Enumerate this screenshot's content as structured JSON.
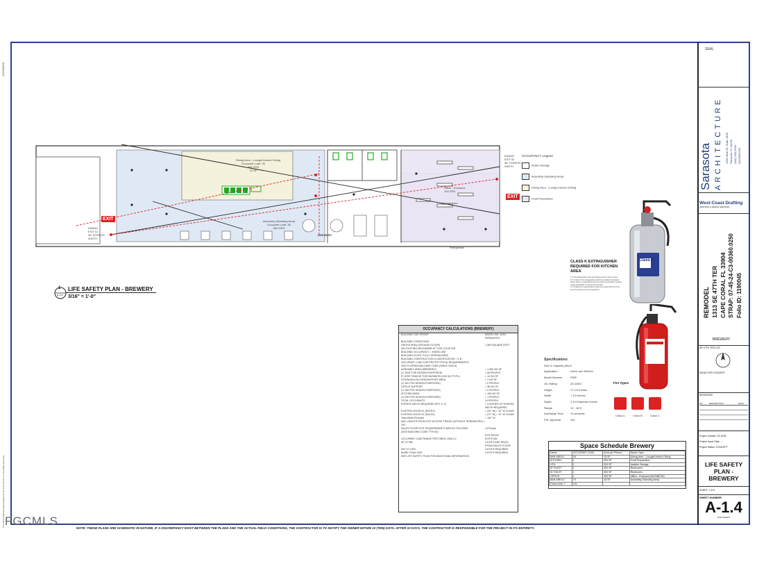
{
  "watermark": "FGCMLS",
  "left_margin_tag": "202304918",
  "left_margin_note": "P:\\Jobs\\Lane\\Brewery\\Remodel\\1313 SE 47th Ter\\LS-1.4 Life Safety Plan.dwg",
  "seal_label": "SEAL",
  "firm": {
    "name": "Sarasota",
    "name2": "ARCHITECTURE",
    "lines": [
      "1350 Main St. Suite 1400",
      "Sarasota, FL 34236",
      "(941) 555-0100",
      "AA26001234"
    ],
    "drafting": "West-Coast Drafting",
    "drafting_sub": "DRAFTING & DESIGN SERVICES"
  },
  "project": {
    "title": "REMODEL",
    "address1": "1313 SE 47TH TER",
    "address2": "CAPE CORAL FL 33904",
    "strap": "STRAP: 07-45-24-C3-00360.0250",
    "folio": "Folio ID: 1190045",
    "client": "BREWERY"
  },
  "key_plan_label": "SE 47TH TER LOC",
  "issue_label": "ISSUE FOR CONCEPT",
  "revisions": {
    "header": "REVISIONS",
    "cols": [
      "NO.",
      "DESCRIPTION",
      "DATE"
    ]
  },
  "project_info": {
    "number": "Project number:  22-2034",
    "issue_date": "Project Issue Date:  --",
    "status": "Project Status:  CONCEPT"
  },
  "sheet_title": "LIFE SAFETY PLAN - BREWERY",
  "sheet_count": "SHEET:  1   of   8",
  "sheet_number_label": "SHEET NUMBER",
  "sheet_number": "A-1.4",
  "sheet_number_sub": "LIFE SAFETY",
  "plan": {
    "title": "LIFE SAFETY PLAN - BREWERY",
    "scale": "3/16\" = 1'-0\"",
    "callout_num": "1",
    "callout_sheet": "A-1.4",
    "exit_sign": "EXIT",
    "rooms": {
      "dining": "Dining Area - Lounge/Leisure Dining\nOccupant Load: 26\n446 GRS\n15 SF",
      "assembly": "Assembly (Standing Area)\nOccupant Load: 36\n560 GRS",
      "brewery": "BREWERY",
      "office": "Office - Enclosed\n100 GRS",
      "storage": "Storage Area"
    },
    "exit1": "DINING\nEXIT #1\n36\" EGRESS\nWIDTH",
    "exit2": "DINING\nEXIT #2\n36\" EGRESS\nWIDTH",
    "refrigerator": "Refrigerator"
  },
  "legend": {
    "title": "OCCUPANCY Legend",
    "items": [
      {
        "label": "Active Storage",
        "color": "#ffffff"
      },
      {
        "label": "Assembly (Standing Area)",
        "color": "#dfe9f6"
      },
      {
        "label": "Dining Area - Lounge/Leisure Dining",
        "color": "#f4f1dc"
      },
      {
        "label": "Food Preparation",
        "color": "#ece4f4"
      }
    ]
  },
  "extinguisher_k": {
    "title": "CLASS K EXTINGUISHER\nREQUIRED FOR KITCHEN\nAREA",
    "note": "K-T Fire Extinguisher Size and Placement for Class K Fires\nK-T.1 Class K fire extinguishers shall be provided for hazards\nwhere there is a potential for fires involving combustible cooking\nmedia (vegetable or animal oils and fats).\nK-T.2 Maximum travel distance shall not exceed 30 ft (9.15 m)\nfrom the hazard to the extinguishers.",
    "badge": "Class K"
  },
  "specs": {
    "title": "Specifications",
    "rows": [
      [
        "Size & Capacity (lbs)",
        "5"
      ],
      [
        "Application",
        "Home and Kitchen"
      ],
      [
        "Model Number",
        "FIRE"
      ],
      [
        "U/L Rating",
        "2A:10B:C"
      ],
      [
        "Height",
        "17 1/4 Inches"
      ],
      [
        "Width",
        "7 1/4 Inches"
      ],
      [
        "Depth",
        "4 1/4 Diameter inches"
      ],
      [
        "Range",
        "12 - 18 ft"
      ],
      [
        "Discharge Time",
        "14 seconds"
      ],
      [
        "F.M. Approval",
        "Yes"
      ]
    ],
    "fire_types_title": "Fire Types",
    "fire_types": [
      "Class A",
      "Class B",
      "Class C"
    ]
  },
  "occupancy": {
    "title": "OCCUPANCY CALCULATIONS (BREWERY)",
    "rows": [
      [
        "BUILDING USE GROUP",
        "MIXED USE, NON-SEPARATED"
      ],
      [
        "",
        ""
      ],
      [
        "BUILDING CONDITIONS",
        ""
      ],
      [
        "GROSS AREA (GROUND FLOOR)",
        "1,360     SQUARE FEET"
      ],
      [
        "",
        ""
      ],
      [
        "NO EXISTING MEZZANINE AT THIS LOCATION",
        ""
      ],
      [
        "",
        ""
      ],
      [
        "BUILDING OCCUPANCY = MIXED USE",
        ""
      ],
      [
        "BUILDING IS NOT FULLY SPRINKLERED",
        ""
      ],
      [
        "BUILDING CONSTRUCTION CLASSIFICATION = V-B",
        ""
      ],
      [
        "",
        ""
      ],
      [
        "OCCUPANT LOAD FOR PROTOTYPICAL REQUIREMENTS",
        ""
      ],
      [
        "2020 FLORIDA BUILDING CODE (TABLE 1004.5)",
        ""
      ],
      [
        "",
        ""
      ],
      [
        "ASSEMBLY AREA (BREWERY)",
        "=  1,360     NO SF"
      ],
      [
        "(1/ 15SF FOR DESIGN PURPOSES)",
        "=  56        PEOPLE"
      ],
      [
        "IF LESS THAN 50 THIS BUSINESS (150 SQ FT./P.L)",
        "=  14        NO SF"
      ],
      [
        "",
        ""
      ],
      [
        "STORAGE/UTILITIES/SUPPORT AREA",
        "=  7         NO SF"
      ],
      [
        "(1/ 300 FOR DESIGN PURPOSES)",
        "=  0         PEOPLE"
      ],
      [
        "",
        ""
      ],
      [
        "OFFICE SUPPORT",
        "=  38        NO SF"
      ],
      [
        "(1/ 150 FOR DESIGN PURPOSES)",
        "=  0         PEOPLE"
      ],
      [
        "",
        ""
      ],
      [
        "KITCHEN AREA",
        "=  193       NO SF"
      ],
      [
        "(1/ 200 FOR DESIGN PURPOSES)",
        "=  1         PEOPLE"
      ],
      [
        "",
        ""
      ],
      [
        "TOTAL OCCUPANTS",
        "14        PEOPLE"
      ],
      [
        "",
        ""
      ],
      [
        "EGRESS WIDTH REQUIRED (PPL X .2)",
        "=  3      INCHES OF EGRESS WIDTH REQUIRED"
      ],
      [
        "",
        ""
      ],
      [
        "EXISTING DOOR #1 (ENTRY)",
        "=  (34\" W)    = 32\" W CLEAR"
      ],
      [
        "EXISTING DOOR #2 (SALES)",
        "=  (72\" W)    = 70\" W CLEAR"
      ],
      [
        "",
        ""
      ],
      [
        "Total Width Provided",
        "= 102\" W"
      ],
      [
        "",
        ""
      ],
      [
        "MAX LENGTH FROM EXIT ACCESS TRAVEL (WITHOUT SPRINKLERS) = 200",
        ""
      ],
      [
        "",
        ""
      ],
      [
        "SALES FLOOR EXIT REQUIREMENTS ARE AS FOLLOWS",
        "14        People"
      ],
      [
        "(2020 BUILDING CODE 7TH ED)",
        ""
      ],
      [
        "",
        "EXIT REQ'D"
      ],
      [
        "OCCUPANT LOAD RANGE PER TABLE 1006.3.2",
        "EXITS      N/A"
      ],
      [
        "50 TO 500",
        "2 EXITS ARE REQ'D FROM SALES FLOOR"
      ],
      [
        "500 TO 1000",
        "3 EXITS REQUIRED"
      ],
      [
        "MORE THAN 1000",
        "4 EXITS REQUIRED"
      ],
      [
        "",
        ""
      ],
      [
        "SEE LIFE SAFETY PLAN FOR ADDITIONAL INFORMATION",
        ""
      ]
    ]
  },
  "schedule": {
    "title": "Space Schedule Brewery",
    "cols": [
      "Name",
      "OCCUPANT LOAD",
      "Area per Person",
      "Space Type"
    ],
    "rows": [
      [
        "BAR AREA 1",
        "26",
        "15 SF",
        "Dining Area - Lounge/Leisure Dining"
      ],
      [
        "KITCHEN",
        "1",
        "200 SF",
        "Food Preparation"
      ],
      [
        "UTIL",
        "1",
        "300 SF",
        "Inactive Storage"
      ],
      [
        "M TOILET",
        "1",
        "300 SF",
        "Restrooms"
      ],
      [
        "W TOILET",
        "1",
        "300 SF",
        "Restrooms"
      ],
      [
        "OFFICE",
        "1",
        "100 SF",
        "Office - Enclosed (BUSINESS)"
      ],
      [
        "BAR AREA 2",
        "70",
        "15 SF",
        "Assembly (Standing Area)"
      ],
      [
        "Grand total: 7",
        "101",
        "",
        ""
      ]
    ]
  },
  "footnote": "NOTE: THESE PLANS ARE SCHEMATIC IN NATURE, IF A DISCREPANCY EXIST BETWEEN THE PLANS AND THE ACTUAL FIELD CONDITIONS, THE CONTRACTOR IS TO NOTIFY THE OWNER  WITHIN 10 (TEN) DAYS. AFTER 10 DAYS, THE CONTRACTOR IS RESPONSIBLE FOR THE PROJECT IN ITS ENTIRETY."
}
